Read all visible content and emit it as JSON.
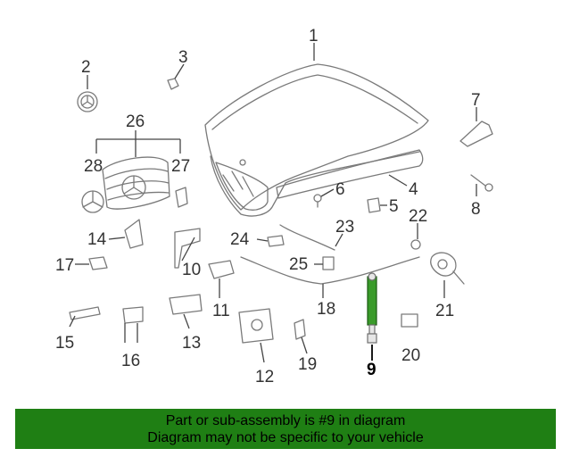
{
  "callouts": {
    "c1": "1",
    "c2": "2",
    "c3": "3",
    "c4": "4",
    "c5": "5",
    "c6": "6",
    "c7": "7",
    "c8": "8",
    "c9": "9",
    "c10": "10",
    "c11": "11",
    "c12": "12",
    "c13": "13",
    "c14": "14",
    "c15": "15",
    "c16": "16",
    "c17": "17",
    "c18": "18",
    "c19": "19",
    "c20": "20",
    "c21": "21",
    "c22": "22",
    "c23": "23",
    "c24": "24",
    "c25": "25",
    "c26": "26",
    "c27": "27",
    "c28": "28"
  },
  "highlight_color": "#1f7f14",
  "highlighted_part_color": "#3a9b2a",
  "banner": {
    "line1": "Part or sub-assembly is #9 in diagram",
    "line2": "Diagram may not be specific to your vehicle"
  }
}
